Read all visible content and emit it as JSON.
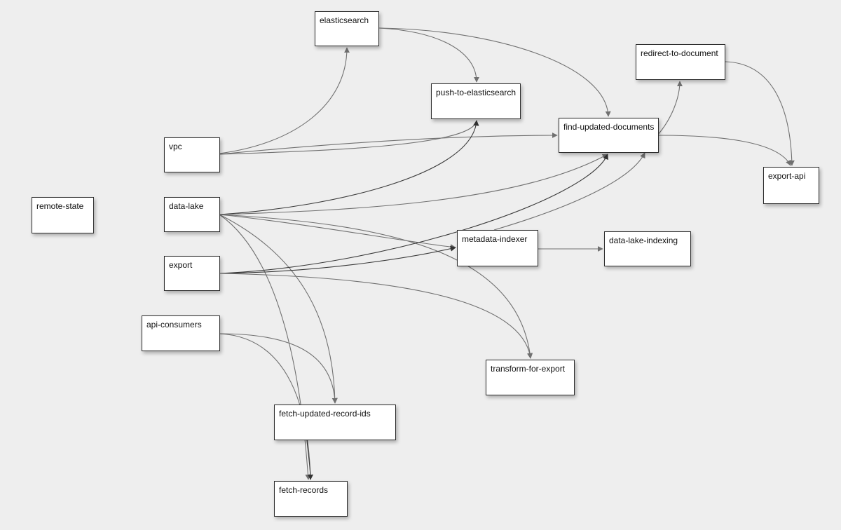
{
  "diagram": {
    "nodes": [
      {
        "id": "elasticsearch",
        "label": "elasticsearch"
      },
      {
        "id": "push-to-elasticsearch",
        "label": "push-to-elasticsearch"
      },
      {
        "id": "redirect-to-document",
        "label": "redirect-to-document"
      },
      {
        "id": "find-updated-documents",
        "label": "find-updated-documents"
      },
      {
        "id": "vpc",
        "label": "vpc"
      },
      {
        "id": "export-api",
        "label": "export-api"
      },
      {
        "id": "remote-state",
        "label": "remote-state"
      },
      {
        "id": "data-lake",
        "label": "data-lake"
      },
      {
        "id": "metadata-indexer",
        "label": "metadata-indexer"
      },
      {
        "id": "data-lake-indexing",
        "label": "data-lake-indexing"
      },
      {
        "id": "export",
        "label": "export"
      },
      {
        "id": "api-consumers",
        "label": "api-consumers"
      },
      {
        "id": "transform-for-export",
        "label": "transform-for-export"
      },
      {
        "id": "fetch-updated-record-ids",
        "label": "fetch-updated-record-ids"
      },
      {
        "id": "fetch-records",
        "label": "fetch-records"
      }
    ],
    "edges": [
      {
        "from": "vpc",
        "to": "elasticsearch"
      },
      {
        "from": "elasticsearch",
        "to": "push-to-elasticsearch"
      },
      {
        "from": "elasticsearch",
        "to": "find-updated-documents"
      },
      {
        "from": "vpc",
        "to": "push-to-elasticsearch"
      },
      {
        "from": "vpc",
        "to": "find-updated-documents"
      },
      {
        "from": "find-updated-documents",
        "to": "redirect-to-document"
      },
      {
        "from": "redirect-to-document",
        "to": "export-api"
      },
      {
        "from": "find-updated-documents",
        "to": "export-api"
      },
      {
        "from": "data-lake",
        "to": "push-to-elasticsearch"
      },
      {
        "from": "data-lake",
        "to": "find-updated-documents"
      },
      {
        "from": "data-lake",
        "to": "metadata-indexer"
      },
      {
        "from": "data-lake",
        "to": "transform-for-export"
      },
      {
        "from": "data-lake",
        "to": "fetch-updated-record-ids"
      },
      {
        "from": "data-lake",
        "to": "fetch-records"
      },
      {
        "from": "export",
        "to": "metadata-indexer"
      },
      {
        "from": "export",
        "to": "find-updated-documents"
      },
      {
        "from": "export",
        "to": "transform-for-export"
      },
      {
        "from": "metadata-indexer",
        "to": "data-lake-indexing"
      },
      {
        "from": "metadata-indexer",
        "to": "find-updated-documents"
      },
      {
        "from": "api-consumers",
        "to": "fetch-updated-record-ids"
      },
      {
        "from": "api-consumers",
        "to": "fetch-records"
      },
      {
        "from": "fetch-updated-record-ids",
        "to": "fetch-records"
      }
    ]
  }
}
